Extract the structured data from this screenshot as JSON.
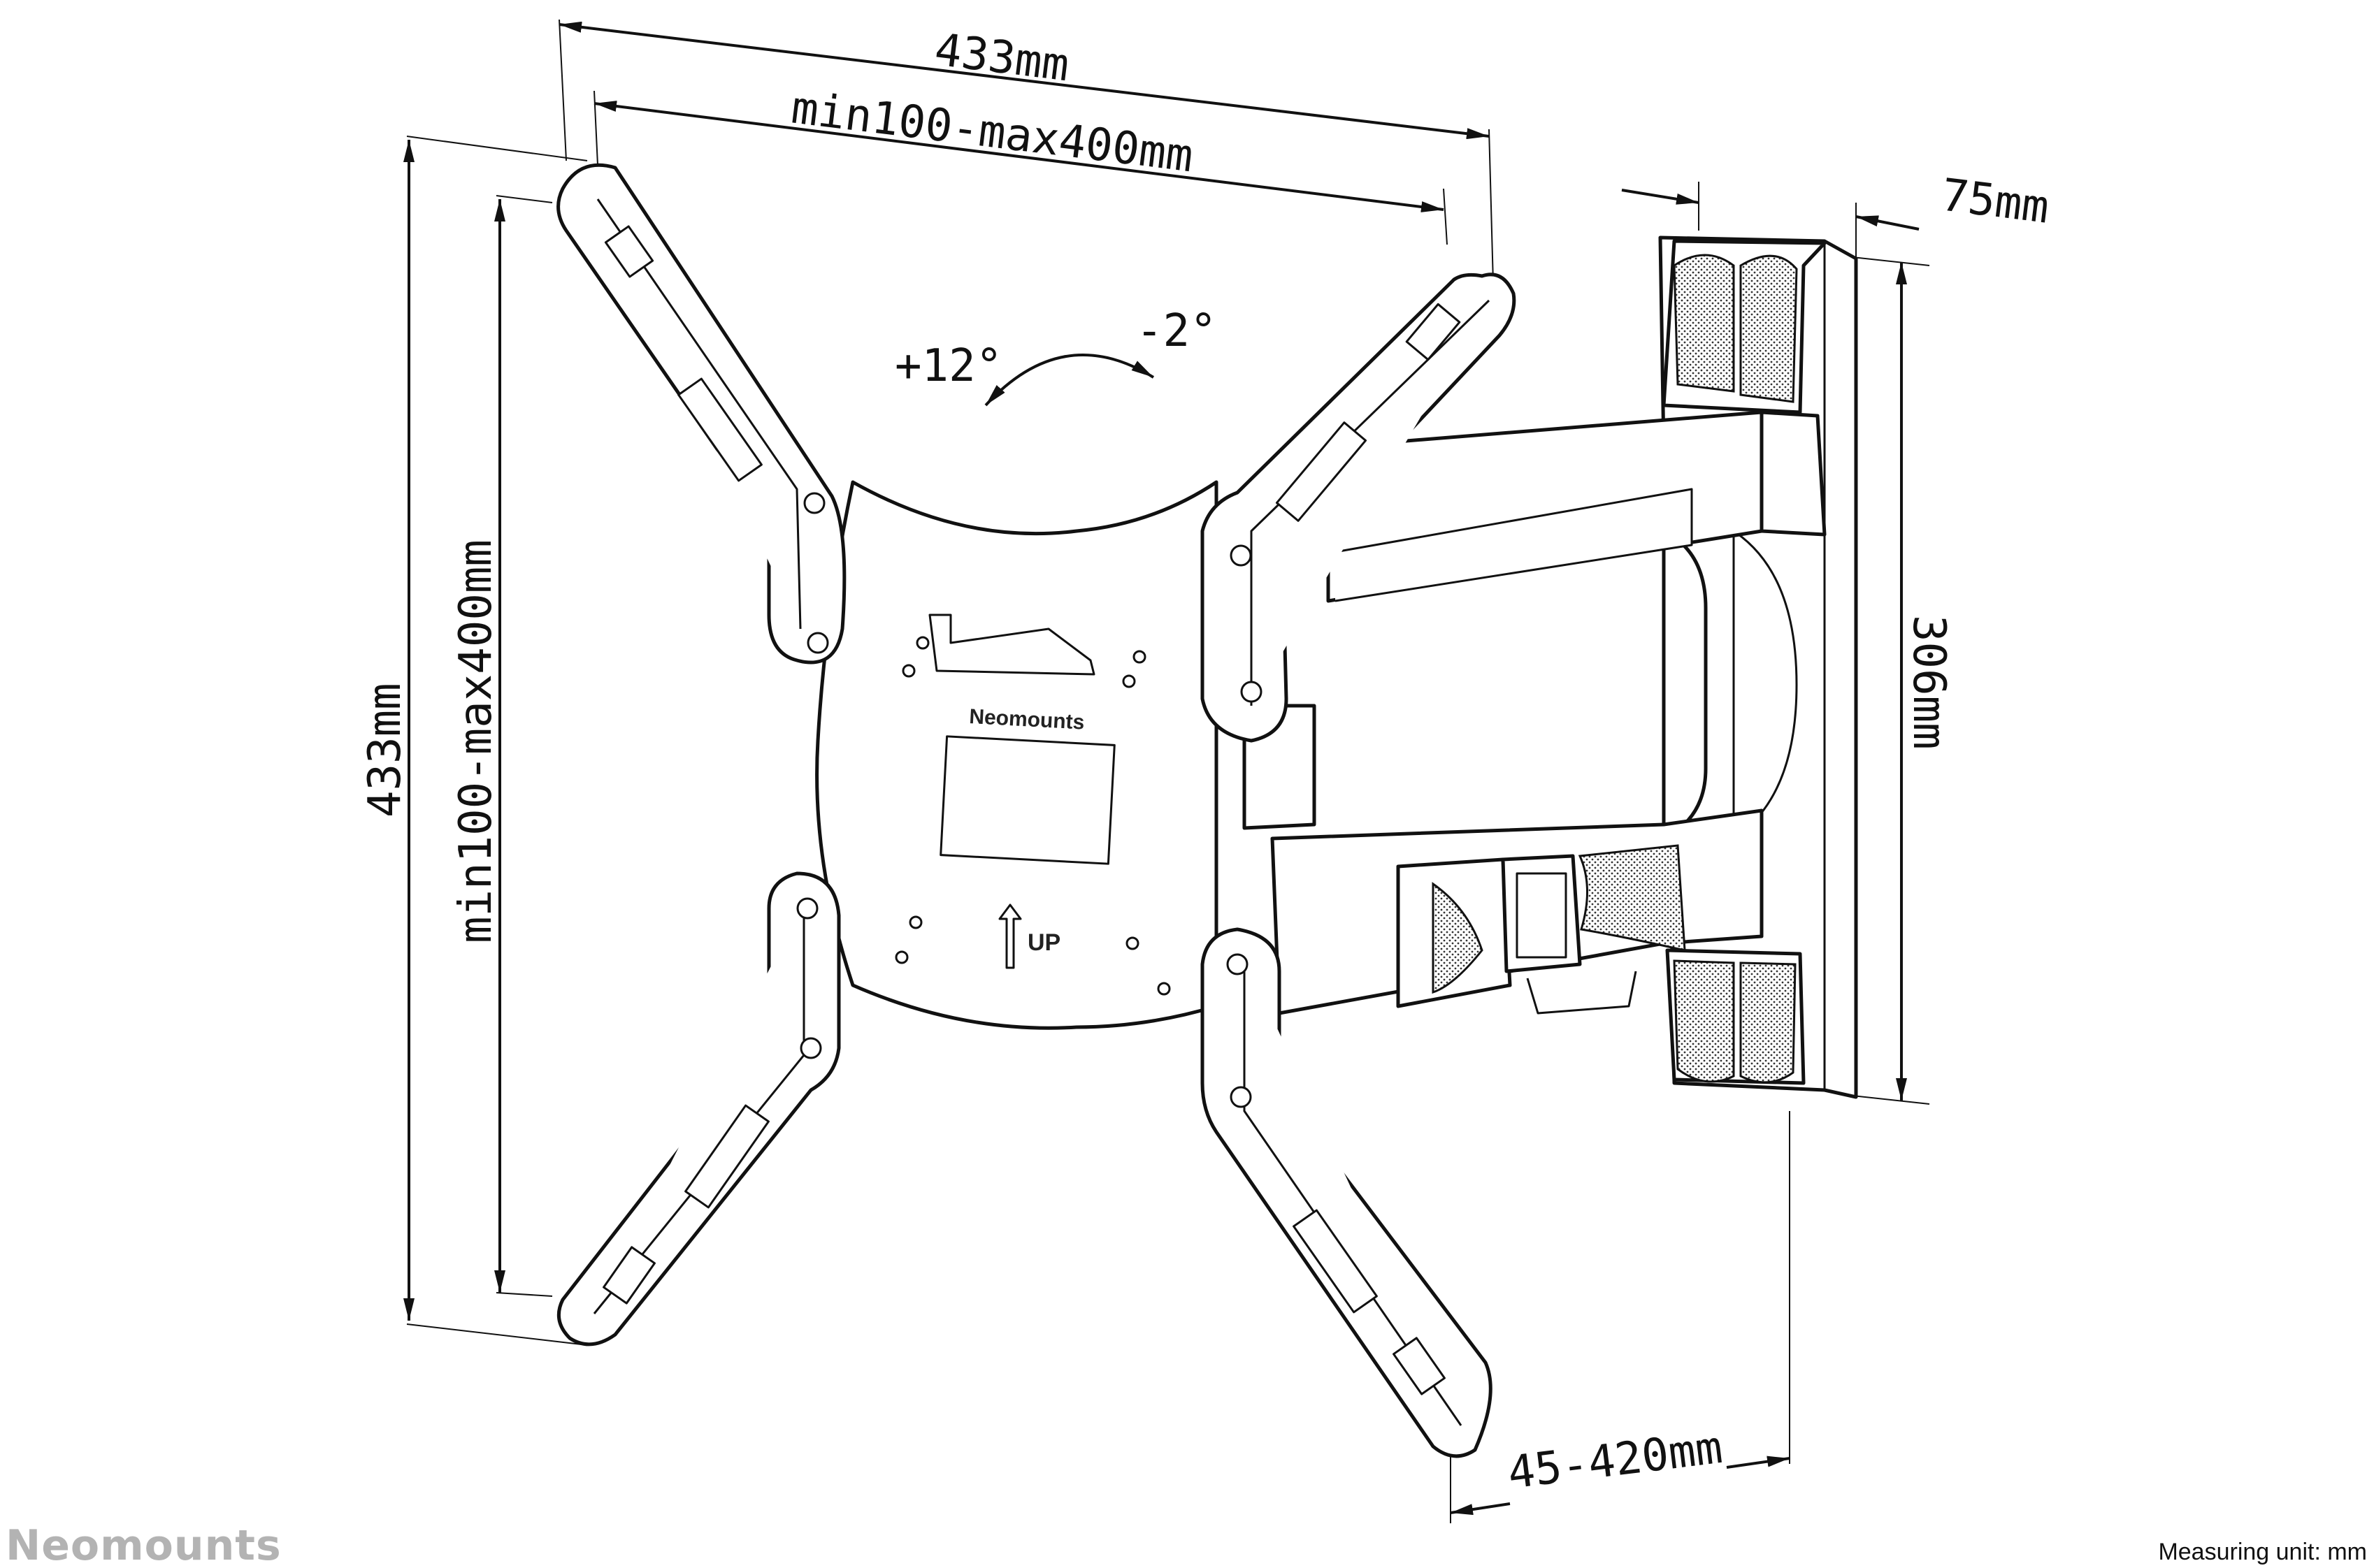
{
  "dimensions": {
    "overall_width": "433mm",
    "vesa_width": "min100-max400mm",
    "overall_height": "433mm",
    "vesa_height": "min100-max400mm",
    "wall_plate_depth": "75mm",
    "wall_plate_height": "306mm",
    "arm_extension": "45-420mm",
    "tilt_up": "+12°",
    "tilt_down": "-2°"
  },
  "product": {
    "logo_on_plate": "Neomounts",
    "up_marker": "UP"
  },
  "footer": {
    "brand": "Neomounts",
    "measuring_unit": "Measuring unit: mm"
  }
}
